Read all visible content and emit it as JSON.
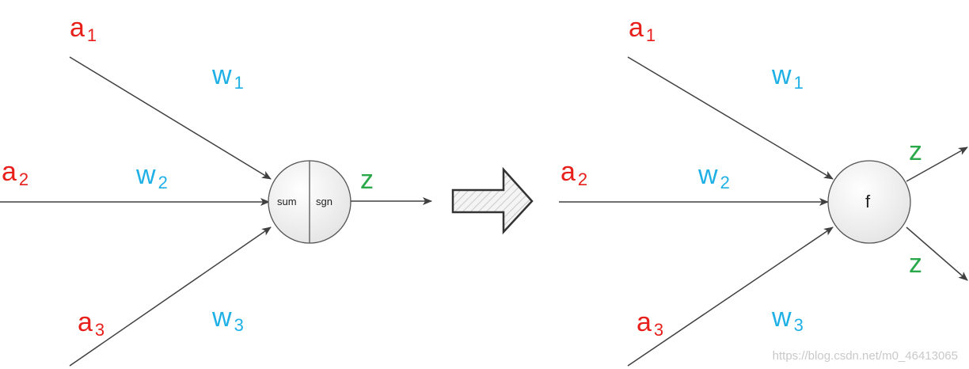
{
  "left": {
    "inputs": [
      {
        "base": "a",
        "sub": "1"
      },
      {
        "base": "a",
        "sub": "2"
      },
      {
        "base": "a",
        "sub": "3"
      }
    ],
    "weights": [
      {
        "base": "w",
        "sub": "1"
      },
      {
        "base": "w",
        "sub": "2"
      },
      {
        "base": "w",
        "sub": "3"
      }
    ],
    "node": {
      "left_label": "sum",
      "right_label": "sgn"
    },
    "output": "z"
  },
  "right": {
    "inputs": [
      {
        "base": "a",
        "sub": "1"
      },
      {
        "base": "a",
        "sub": "2"
      },
      {
        "base": "a",
        "sub": "3"
      }
    ],
    "weights": [
      {
        "base": "w",
        "sub": "1"
      },
      {
        "base": "w",
        "sub": "2"
      },
      {
        "base": "w",
        "sub": "3"
      }
    ],
    "node": {
      "label": "f"
    },
    "outputs": [
      "z",
      "z"
    ]
  },
  "watermark": "https://blog.csdn.net/m0_46413065",
  "colors": {
    "input": "#e8201c",
    "weight": "#1fb0e6",
    "output": "#2aa84a",
    "line": "#404040"
  }
}
